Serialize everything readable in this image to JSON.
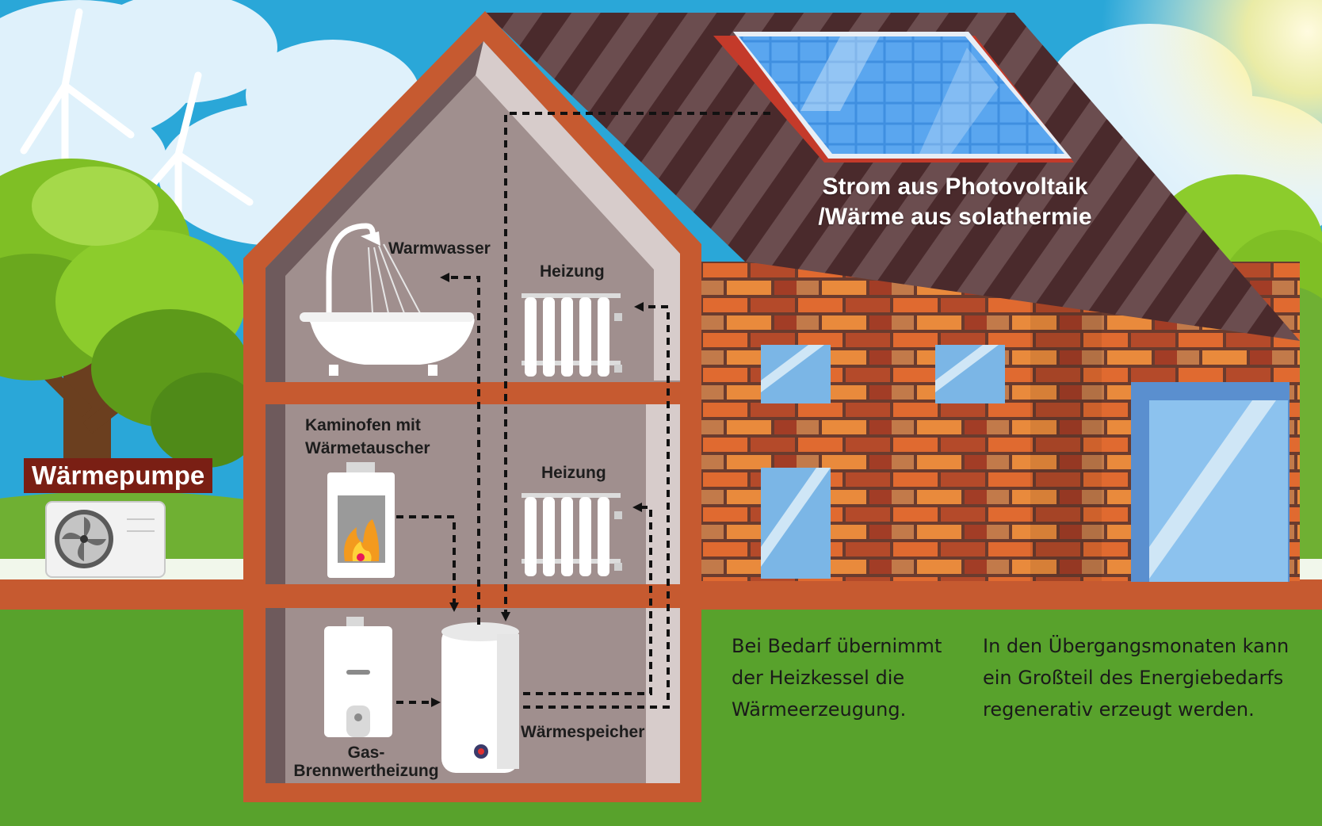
{
  "labels": {
    "solar_line1": "Strom aus Photovoltaik",
    "solar_line2": "/Wärme aus solathermie",
    "warmwasser": "Warmwasser",
    "heizung_top": "Heizung",
    "heizung_mid": "Heizung",
    "kaminofen_line1": "Kaminofen mit",
    "kaminofen_line2": "Wärmetauscher",
    "waermepumpe": "Wärmepumpe",
    "gas_line1": "Gas-",
    "gas_line2": "Brennwertheizung",
    "waermespeicher": "Wärmespeicher"
  },
  "info": {
    "left": [
      "Bei Bedarf übernimmt",
      "der Heizkessel die",
      "Wärmeerzeugung."
    ],
    "right": [
      "In den Übergangsmonaten kann",
      "ein Großteil des Energiebedarfs",
      "regenerativ erzeugt werden."
    ]
  },
  "colors": {
    "sky": "#2aa7d8",
    "grass": "#58a22c",
    "wall": "#c65a30",
    "interior": "#a08f8e",
    "roof": "#4a2a2c",
    "brick": "#c0552d"
  }
}
